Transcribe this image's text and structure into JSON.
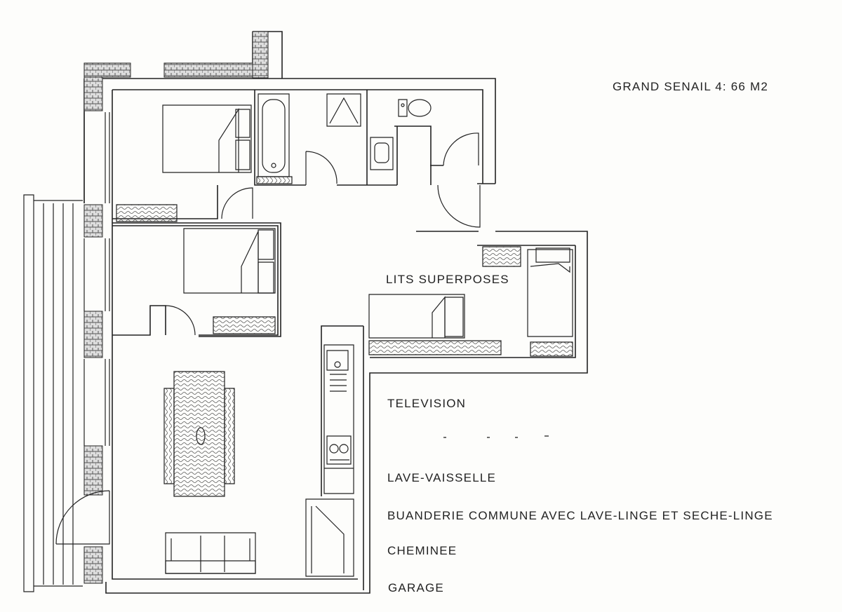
{
  "plan_title": "GRAND SENAIL 4: 66 M2",
  "labels": {
    "bunk_beds": "LITS SUPERPOSES",
    "television": "TELEVISION",
    "dishwasher": "LAVE-VAISSELLE",
    "laundry": "BUANDERIE COMMUNE AVEC LAVE-LINGE ET SECHE-LINGE",
    "fireplace": "CHEMINEE",
    "garage": "GARAGE"
  },
  "colors": {
    "ink": "#222222",
    "hatch": "#444444",
    "paper": "#fdfdfb"
  }
}
